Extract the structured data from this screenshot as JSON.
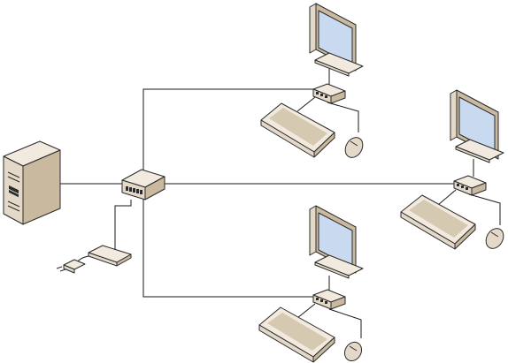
{
  "diagram": {
    "type": "network-topology",
    "nodes": [
      {
        "id": "server",
        "icon": "tower-server-icon"
      },
      {
        "id": "kvm-switch",
        "icon": "switch-box-icon"
      },
      {
        "id": "power-supply",
        "icon": "power-adapter-icon"
      },
      {
        "id": "workstation-top",
        "icons": [
          "monitor-icon",
          "hub-icon",
          "keyboard-icon",
          "mouse-icon"
        ]
      },
      {
        "id": "workstation-right",
        "icons": [
          "monitor-icon",
          "hub-icon",
          "keyboard-icon",
          "mouse-icon"
        ]
      },
      {
        "id": "workstation-bottom",
        "icons": [
          "monitor-icon",
          "hub-icon",
          "keyboard-icon",
          "mouse-icon"
        ]
      }
    ],
    "connections": [
      [
        "server",
        "kvm-switch"
      ],
      [
        "power-supply",
        "kvm-switch"
      ],
      [
        "kvm-switch",
        "workstation-top"
      ],
      [
        "kvm-switch",
        "workstation-right"
      ],
      [
        "kvm-switch",
        "workstation-bottom"
      ]
    ],
    "colors": {
      "device_body": "#e4d9c8",
      "screen": "#c9d9f0",
      "line": "#1a1a1a"
    }
  }
}
